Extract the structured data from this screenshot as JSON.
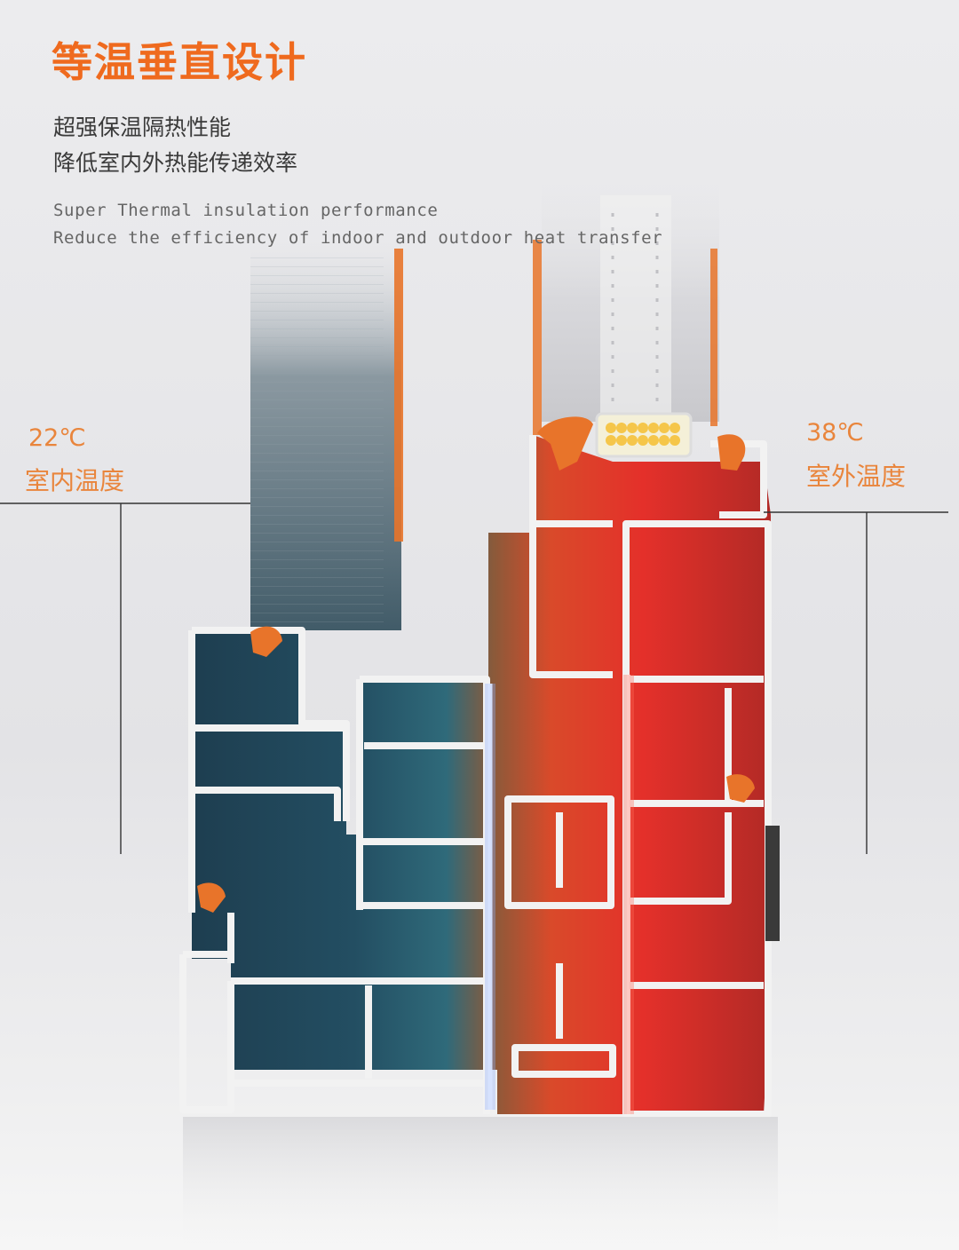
{
  "heading": {
    "title": "等温垂直设计",
    "subtitle_cn": [
      "超强保温隔热性能",
      "降低室内外热能传递效率"
    ],
    "subtitle_en": [
      "Super Thermal insulation performance",
      "Reduce the efficiency of indoor and outdoor heat transfer"
    ]
  },
  "indoor": {
    "temperature": "22℃",
    "label": "室内温度"
  },
  "outdoor": {
    "temperature": "38℃",
    "label": "室外温度"
  },
  "colors": {
    "title": "#ef6a1e",
    "temperature_text": "#e9853c",
    "cold": "#2a5c7a",
    "hot": "#e8322a",
    "frame": "#f2f2f2",
    "gasket": "#e8742a"
  }
}
